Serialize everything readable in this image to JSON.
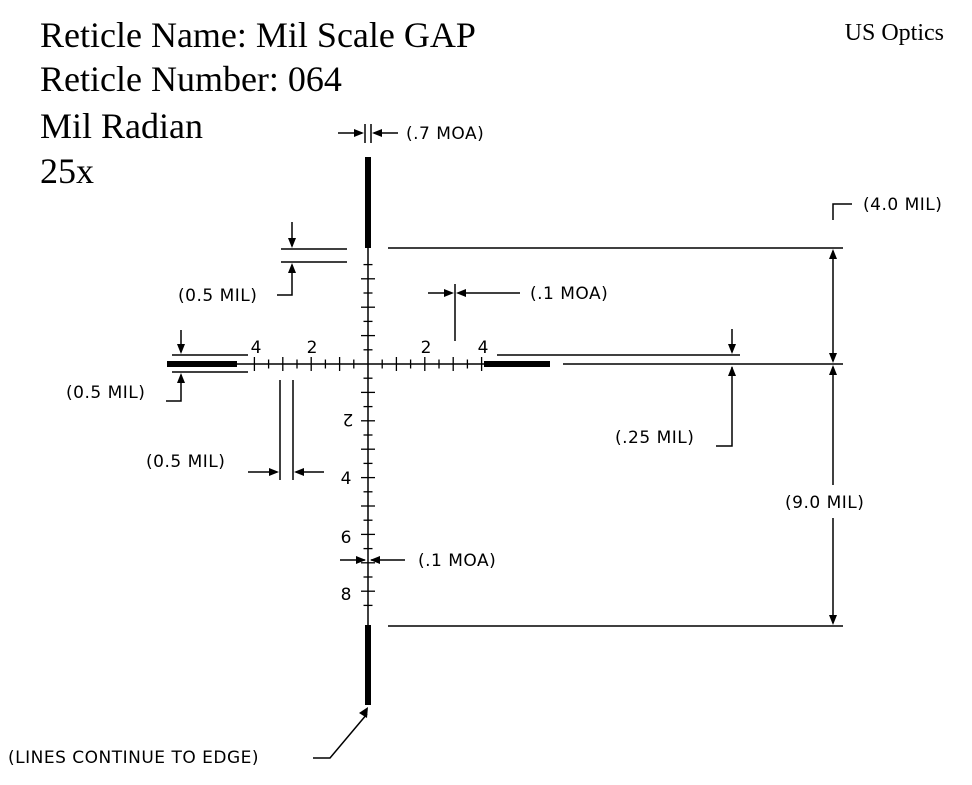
{
  "header": {
    "reticle_name": "Reticle Name: Mil Scale GAP",
    "reticle_number": "Reticle Number: 064",
    "unit": "Mil Radian",
    "magnification": "25x",
    "brand": "US Optics"
  },
  "annotations": {
    "post_width": "(.7 MOA)",
    "top_post_gap": "(4.0 MIL)",
    "vertical_tick_spacing": "(0.5 MIL)",
    "hash_width": "(.1 MOA)",
    "left_post_thickness": "(0.5 MIL)",
    "right_post_offset": "(.25 MIL)",
    "horizontal_tick_spacing": "(0.5 MIL)",
    "bottom_post_gap": "(9.0 MIL)",
    "vertical_line_width": "(.1 MOA)",
    "continue_note": "(LINES CONTINUE TO EDGE)"
  },
  "scale_labels": {
    "left_4": "4",
    "left_2": "2",
    "right_2": "2",
    "right_4": "4",
    "down_2": "2",
    "down_4": "4",
    "down_6": "6",
    "down_8": "8"
  },
  "colors": {
    "ink": "#000000",
    "background": "#ffffff"
  }
}
